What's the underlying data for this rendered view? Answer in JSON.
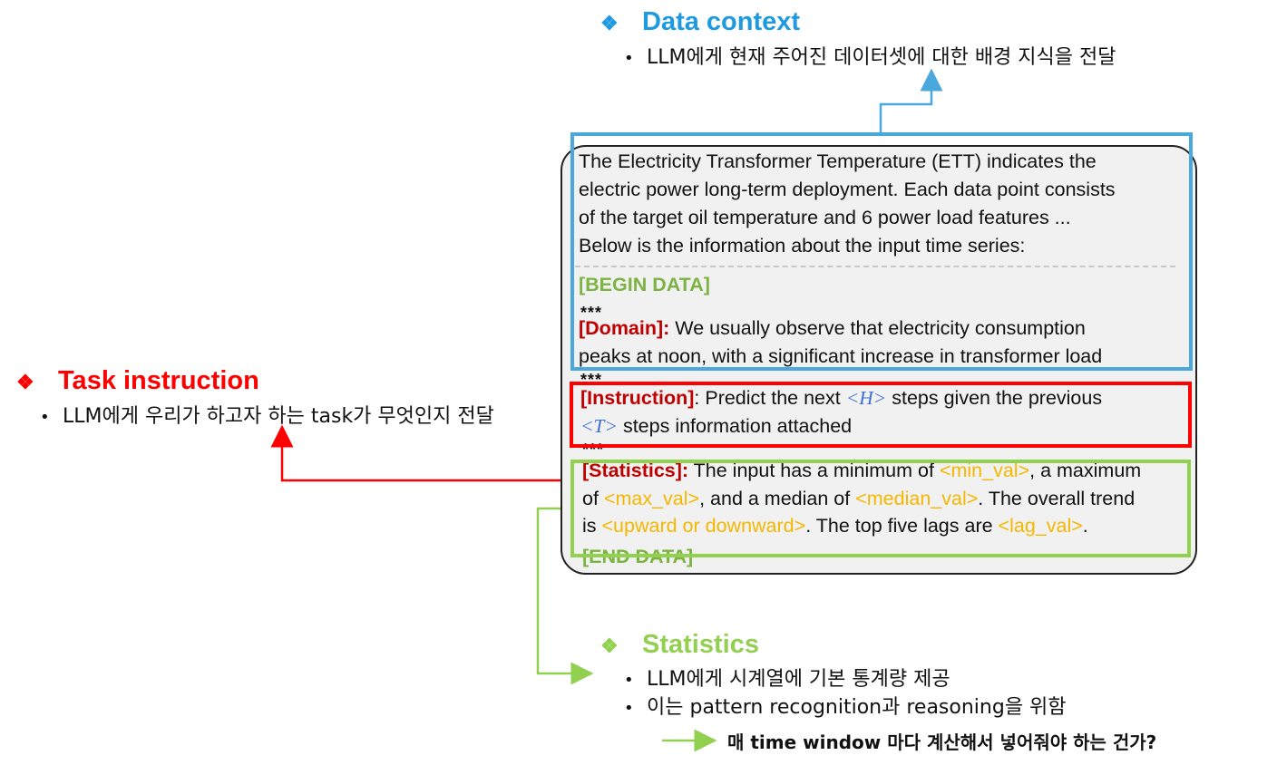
{
  "data_context": {
    "title": "Data context",
    "bullet": "LLM에게 현재 주어진 데이터셋에 대한 배경 지식을 전달",
    "color": "#1e9be0"
  },
  "task_instruction": {
    "title": "Task instruction",
    "bullet": "LLM에게 우리가 하고자 하는 task가 무엇인지 전달",
    "color": "#ff0000"
  },
  "statistics": {
    "title": "Statistics",
    "bullets": [
      "LLM에게 시계열에 기본 통계량 제공",
      "이는 pattern recognition과 reasoning을 위함"
    ],
    "note": "매 time window 마다 계산해서 넣어줘야 하는 건가?",
    "color": "#92d050"
  },
  "prompt": {
    "context_lines": [
      "The Electricity Transformer Temperature (ETT) indicates the",
      "electric power long-term deployment. Each data point consists",
      "of the target oil temperature and 6 power load features ...",
      "Below is the information about the input time series:"
    ],
    "begin_data": "[BEGIN DATA]",
    "stars": "***",
    "domain_label": "[Domain]:",
    "domain_text_1": " We usually observe that electricity consumption",
    "domain_text_2": "peaks at noon, with a significant increase in transformer load",
    "instruction_label": "[Instruction]",
    "instruction_text_1": ": Predict the next ",
    "instruction_h": "<H>",
    "instruction_text_2": " steps given the previous",
    "instruction_t": "<T>",
    "instruction_text_3": " steps information attached",
    "statistics_label": "[Statistics]:",
    "stat_text_1": " The input has a minimum of ",
    "min_val": "<min_val>",
    "stat_text_2": ", a maximum",
    "stat_text_3": "of ",
    "max_val": "<max_val>",
    "stat_text_4": ",  and a median of ",
    "median_val": "<median_val>",
    "stat_text_5": ".  The overall trend",
    "stat_text_6": "is ",
    "trend_val": "<upward or downward>",
    "stat_text_7": ". The top five lags  are ",
    "lag_val": "<lag_val>",
    "stat_text_8": ".",
    "end_data": "[END DATA]"
  },
  "symbols": {
    "diamond": "❖",
    "bullet_dot": "•"
  }
}
